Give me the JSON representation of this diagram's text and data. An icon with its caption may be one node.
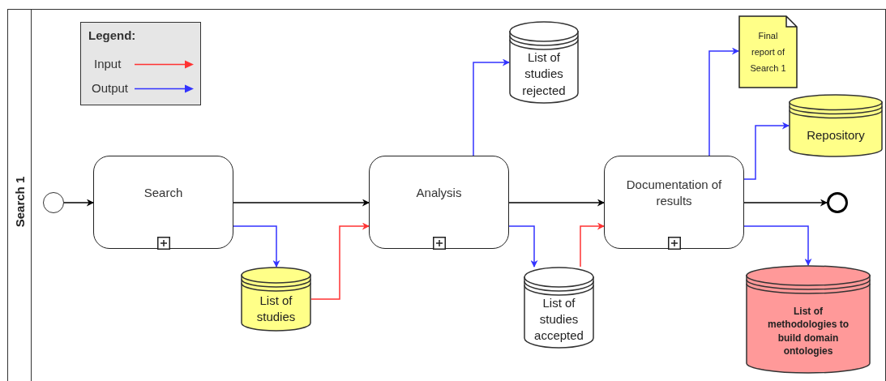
{
  "diagram": {
    "nodes": [
      {
        "text": [
          "Search 1"
        ]
      },
      {
        "text": [],
        "shape": "circle",
        "in": 0
      },
      {
        "text": [
          "Search"
        ],
        "in": 0
      },
      {
        "text": [
          "Analysis"
        ],
        "in": 0
      },
      {
        "text": [
          "Documentation of results"
        ],
        "in": 0
      },
      {
        "text": [],
        "shape": "circle",
        "in": 0
      },
      {
        "text": [
          "List of studies"
        ],
        "in": 0
      },
      {
        "text": [
          "List of studies rejected"
        ],
        "in": 0
      },
      {
        "text": [
          "List of studies accepted"
        ],
        "in": 0
      },
      {
        "text": [
          "Final report of Search 1"
        ],
        "in": 0
      },
      {
        "text": [
          "Repository"
        ],
        "in": 0
      },
      {
        "text": [
          "List of methodologies to build domain ontologies"
        ],
        "in": 0
      }
    ],
    "edges": [
      {
        "from": 1,
        "to": 2,
        "arrow": "to",
        "color": "#000000"
      },
      {
        "from": 2,
        "to": 3,
        "arrow": "to",
        "color": "#000000"
      },
      {
        "from": 3,
        "to": 4,
        "arrow": "to",
        "color": "#000000"
      },
      {
        "from": 4,
        "to": 5,
        "arrow": "to",
        "color": "#000000"
      },
      {
        "from": 2,
        "to": 6,
        "arrow": "to"
      },
      {
        "from": 6,
        "to": 3,
        "arrow": "to",
        "color": "#ff3333"
      },
      {
        "from": 3,
        "to": 7,
        "arrow": "to"
      },
      {
        "from": 3,
        "to": 8,
        "arrow": "to"
      },
      {
        "from": 8,
        "to": 4,
        "arrow": "to",
        "color": "#ff3333"
      },
      {
        "from": 4,
        "to": 9,
        "arrow": "to"
      },
      {
        "from": 4,
        "to": 10,
        "arrow": "to"
      },
      {
        "from": 4,
        "to": 11,
        "arrow": "to"
      }
    ],
    "labels": [
      "Legend:"
    ],
    "legend": [
      {
        "text": "Input"
      },
      {
        "text": "Output"
      }
    ]
  }
}
